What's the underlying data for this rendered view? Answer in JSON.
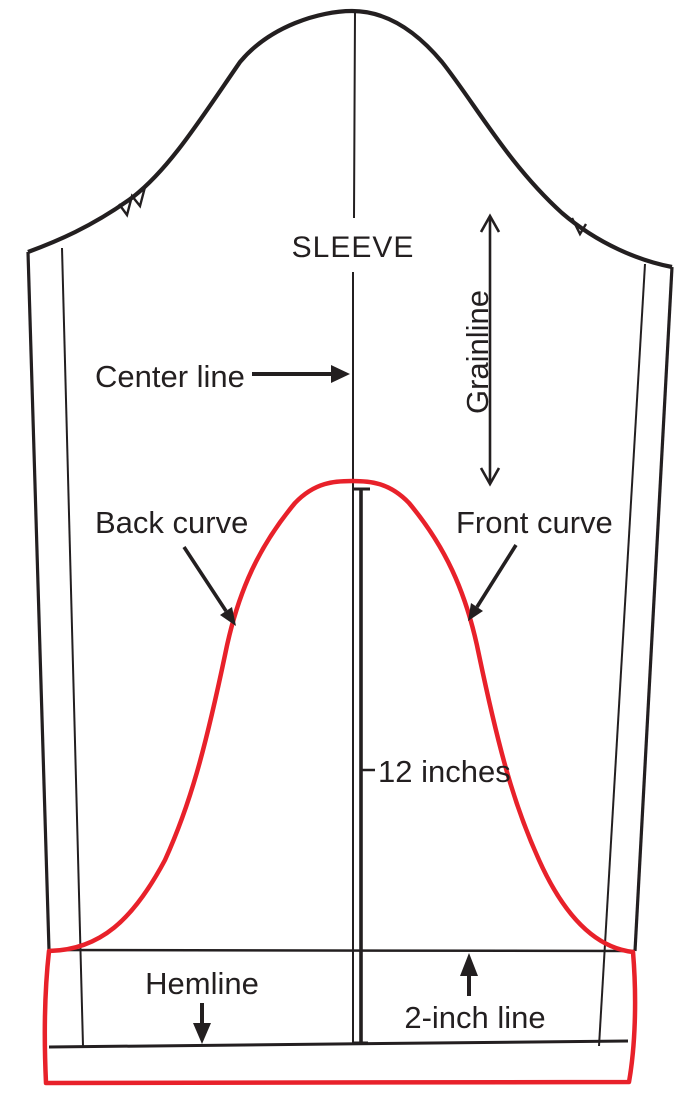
{
  "diagram": {
    "title": "SLEEVE",
    "labels": {
      "center_line": "Center line",
      "grainline": "Grainline",
      "back_curve": "Back curve",
      "front_curve": "Front curve",
      "measurement": "12 inches",
      "hemline": "Hemline",
      "two_inch_line": "2-inch line"
    },
    "colors": {
      "pattern_outline": "#231f20",
      "modified_outline": "#e8212a",
      "background": "#ffffff"
    }
  }
}
